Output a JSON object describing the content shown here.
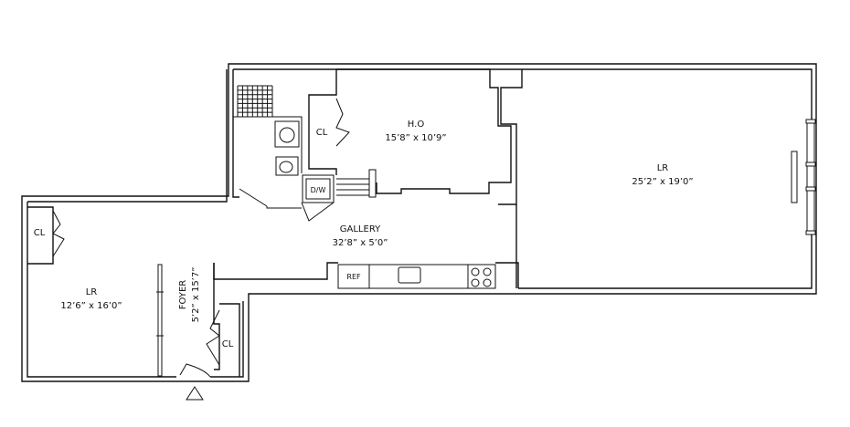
{
  "rooms": {
    "home_office": {
      "name": "H.O",
      "dims": "15’8” x 10’9”"
    },
    "living_room_large": {
      "name": "LR",
      "dims": "25’2” x 19’0”"
    },
    "living_room_small": {
      "name": "LR",
      "dims": "12’6” x 16’0”"
    },
    "gallery": {
      "name": "GALLERY",
      "dims": "32’8” x 5’0”"
    },
    "foyer": {
      "name": "FOYER",
      "dims": "5’2” x 15’7”"
    }
  },
  "closets": {
    "ho": "CL",
    "lr_small": "CL",
    "foyer": "CL"
  },
  "appliances": {
    "dishwasher": "D/W",
    "refrigerator": "REF"
  }
}
